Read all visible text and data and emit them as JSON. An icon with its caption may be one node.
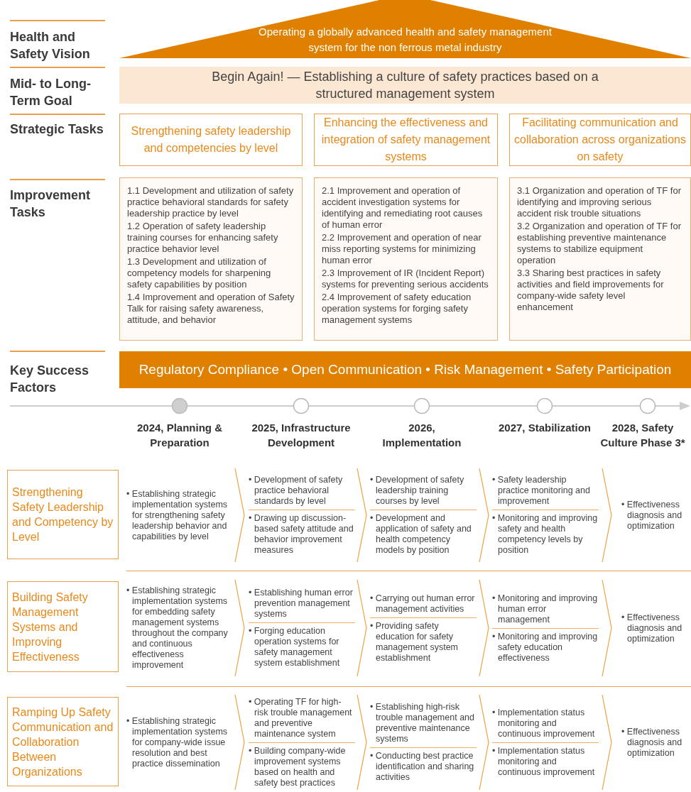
{
  "diagram": {
    "nodes": [
      {
        "text": [
          "Operating a globally advanced health and safety management system for the non ferrous metal industry"
        ]
      },
      {
        "text": [
          "Begin Again! — Establishing a culture of safety practices based on a structured management system"
        ]
      },
      {
        "text": [
          "Strengthening safety leadership and competencies by level"
        ]
      },
      {
        "text": [
          "Enhancing the effectiveness and integration of safety management systems"
        ]
      },
      {
        "text": [
          "Facilitating communication and collaboration across organizations on safety"
        ]
      },
      {
        "text": [
          "1.1 Development and utilization of safety practice behavioral standards for safety leadership practice by level",
          "1.2 Operation of safety leadership training courses for enhancing safety practice behavior level",
          "1.3 Development and utilization of competency models for sharpening safety capabilities by position",
          "1.4 Improvement and operation of Safety Talk for raising safety awareness, attitude, and behavior"
        ]
      },
      {
        "text": [
          "2.1 Improvement and operation of accident investigation systems for identifying and remediating root causes of human error",
          "2.2 Improvement and operation of near miss reporting systems for minimizing human error",
          "2.3 Improvement of IR (Incident Report) systems for preventing serious accidents",
          "2.4 Improvement of safety education operation systems for forging safety management systems"
        ]
      },
      {
        "text": [
          "3.1 Organization and operation of TF for identifying and improving serious accident risk trouble situations",
          "3.2 Organization and operation of TF for establishing preventive maintenance systems to stabilize equipment operation",
          "3.3 Sharing best practices in safety activities and field improvements for company-wide safety level enhancement"
        ]
      },
      {
        "text": [
          "Regulatory Compliance • Open Communication • Risk Management • Safety Participation"
        ]
      },
      {
        "text": [
          "Strengthening Safety Leadership and Competency by Level"
        ]
      },
      {
        "text": [
          "Building Safety Management Systems and Improving Effectiveness"
        ]
      },
      {
        "text": [
          "Ramping Up Safety Communication and Collaboration Between Organizations"
        ]
      }
    ],
    "labels": [
      "Health and Safety Vision",
      "Mid- to Long-Term Goal",
      "Strategic Tasks",
      "Improvement Tasks",
      "Key Success Factors",
      "2024, Planning & Preparation",
      "2025, Infrastructure Development",
      "2026, Implementation",
      "2027, Stabilization",
      "2028, Safety Culture Phase 3*",
      "• Establishing strategic implementation systems for strengthening safety leadership behavior and capabilities by level",
      "• Development of safety practice behavioral standards by level",
      "• Drawing up discussion-based safety attitude and behavior improvement measures",
      "• Development of safety leadership training courses by level",
      "• Development and application of safety and health competency models by position",
      "• Safety leadership practice monitoring and improvement",
      "• Monitoring and improving safety and health competency levels by position",
      "• Effectiveness diagnosis and optimization",
      "• Establishing strategic implementation systems for embedding safety management systems throughout the company and continuous effectiveness improvement",
      "• Establishing human error prevention management systems",
      "• Forging education operation systems for safety management system establishment",
      "• Carrying out human error management activities",
      "• Providing safety education for safety management system establishment",
      "• Monitoring and improving human error management",
      "• Monitoring and improving safety education effectiveness",
      "• Effectiveness diagnosis and optimization",
      "• Establishing strategic implementation systems for company-wide issue resolution and best practice dissemination",
      "• Operating TF for high-risk trouble management and preventive maintenance system",
      "• Building company-wide improvement systems based on health and safety best practices",
      "• Establishing high-risk trouble management and preventive maintenance systems",
      "• Conducting best practice identification and sharing activities",
      "• Implementation status monitoring and continuous improvement",
      "• Implementation status monitoring and continuous improvement",
      "• Effectiveness diagnosis and optimization"
    ]
  }
}
